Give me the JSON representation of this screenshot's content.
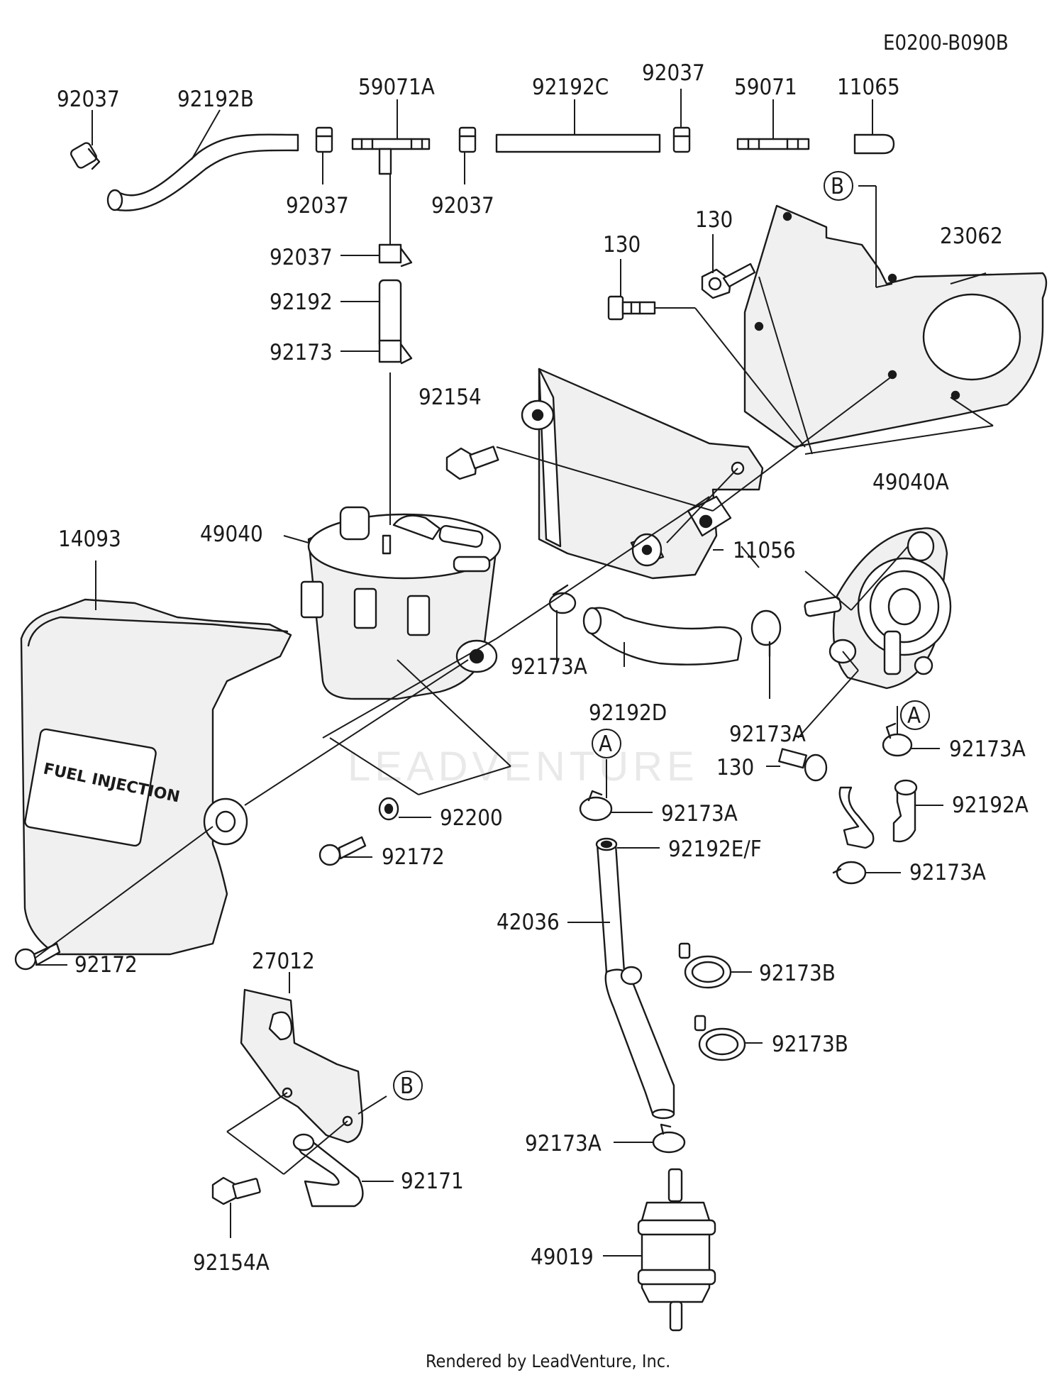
{
  "diagram_code": "E0200-B090B",
  "footer": "Rendered by LeadVenture, Inc.",
  "watermark": "LEADVENTURE",
  "tank_text": "FUEL INJECTION",
  "callouts": {
    "a": "A",
    "b": "B"
  },
  "labels": {
    "p92037_a": "92037",
    "p92192B": "92192B",
    "p59071A": "59071A",
    "p92192C": "92192C",
    "p92037_b": "92037",
    "p59071": "59071",
    "p11065": "11065",
    "p92037_c": "92037",
    "p92037_d": "92037",
    "p92037_e": "92037",
    "p92192": "92192",
    "p92173": "92173",
    "p130_a": "130",
    "p130_b": "130",
    "p23062": "23062",
    "p92154": "92154",
    "p49040": "49040",
    "p14093": "14093",
    "p11056": "11056",
    "p49040A": "49040A",
    "p92173A_a": "92173A",
    "p92192D": "92192D",
    "p92173A_b": "92173A",
    "p92173A_c": "92173A",
    "p130_c": "130",
    "p92192A": "92192A",
    "p92173A_d": "92173A",
    "p92173A_e": "92173A",
    "p92192EF": "92192E/F",
    "p92200": "92200",
    "p92172_a": "92172",
    "p92172_b": "92172",
    "p42036": "42036",
    "p92173B_a": "92173B",
    "p92173B_b": "92173B",
    "p27012": "27012",
    "p92171": "92171",
    "p92154A": "92154A",
    "p92173A_f": "92173A",
    "p49019": "49019"
  }
}
